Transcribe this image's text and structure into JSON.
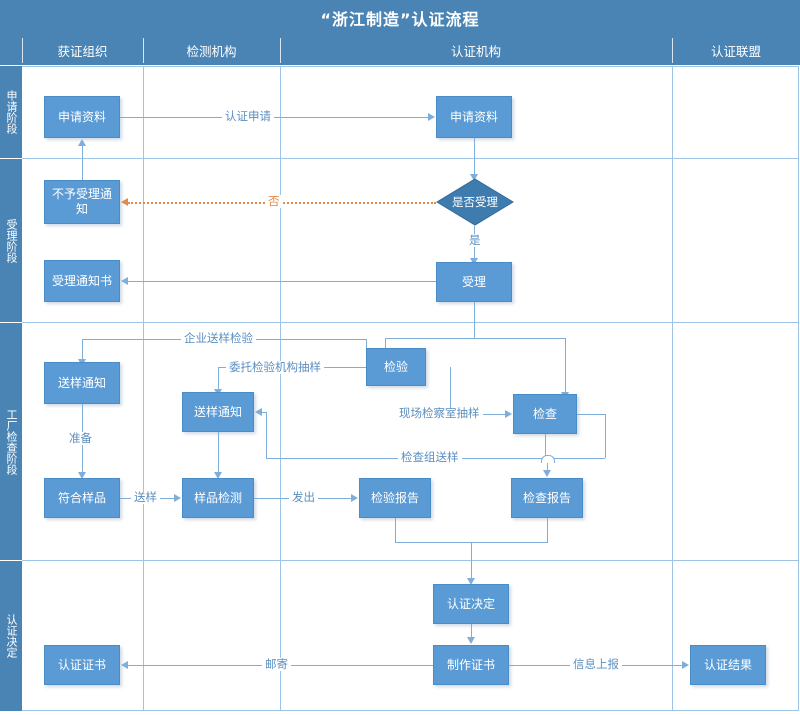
{
  "diagram": {
    "title": "“浙江制造”认证流程",
    "columns": [
      {
        "id": "org",
        "label": "获证组织"
      },
      {
        "id": "testing",
        "label": "检测机构"
      },
      {
        "id": "certbody",
        "label": "认证机构"
      },
      {
        "id": "alliance",
        "label": "认证联盟"
      }
    ],
    "phases": [
      {
        "id": "apply",
        "label": "申请阶段"
      },
      {
        "id": "accept",
        "label": "受理阶段"
      },
      {
        "id": "factory",
        "label": "工厂检查阶段"
      },
      {
        "id": "decide",
        "label": "认证决定"
      }
    ],
    "nodes": [
      {
        "id": "n_apply_org",
        "label": "申请资料"
      },
      {
        "id": "n_apply_cert",
        "label": "申请资料"
      },
      {
        "id": "n_reject",
        "label": "不予受理通知"
      },
      {
        "id": "n_decision",
        "label": "是否受理"
      },
      {
        "id": "n_accept",
        "label": "受理"
      },
      {
        "id": "n_accept_doc",
        "label": "受理通知书"
      },
      {
        "id": "n_sample_note1",
        "label": "送样通知"
      },
      {
        "id": "n_sample_note2",
        "label": "送样通知"
      },
      {
        "id": "n_qualified",
        "label": "符合样品"
      },
      {
        "id": "n_sample_test",
        "label": "样品检测"
      },
      {
        "id": "n_inspect",
        "label": "检验"
      },
      {
        "id": "n_check",
        "label": "检查"
      },
      {
        "id": "n_test_report",
        "label": "检验报告"
      },
      {
        "id": "n_check_report",
        "label": "检查报告"
      },
      {
        "id": "n_cert_decision",
        "label": "认证决定"
      },
      {
        "id": "n_make_cert",
        "label": "制作证书"
      },
      {
        "id": "n_certificate",
        "label": "认证证书"
      },
      {
        "id": "n_result",
        "label": "认证结果"
      }
    ],
    "edge_labels": [
      {
        "id": "e_apply",
        "text": "认证申请"
      },
      {
        "id": "e_no",
        "text": "否"
      },
      {
        "id": "e_yes",
        "text": "是"
      },
      {
        "id": "e_self_sample",
        "text": "企业送样检验"
      },
      {
        "id": "e_entrust",
        "text": "委托检验机构抽样"
      },
      {
        "id": "e_prepare",
        "text": "准备"
      },
      {
        "id": "e_send_sample",
        "text": "送样"
      },
      {
        "id": "e_issue",
        "text": "发出"
      },
      {
        "id": "e_onsite",
        "text": "现场检察室抽样"
      },
      {
        "id": "e_group_sample",
        "text": "检查组送样"
      },
      {
        "id": "e_mail",
        "text": "邮寄"
      },
      {
        "id": "e_report_up",
        "text": "信息上报"
      }
    ],
    "colors": {
      "header": "#4A84B5",
      "node_fill": "#5B9BD5",
      "diamond_fill": "#3E7CAF",
      "line": "#7FAEDB",
      "grid": "#9DC3E6",
      "reject_line": "#E08B4B"
    }
  }
}
